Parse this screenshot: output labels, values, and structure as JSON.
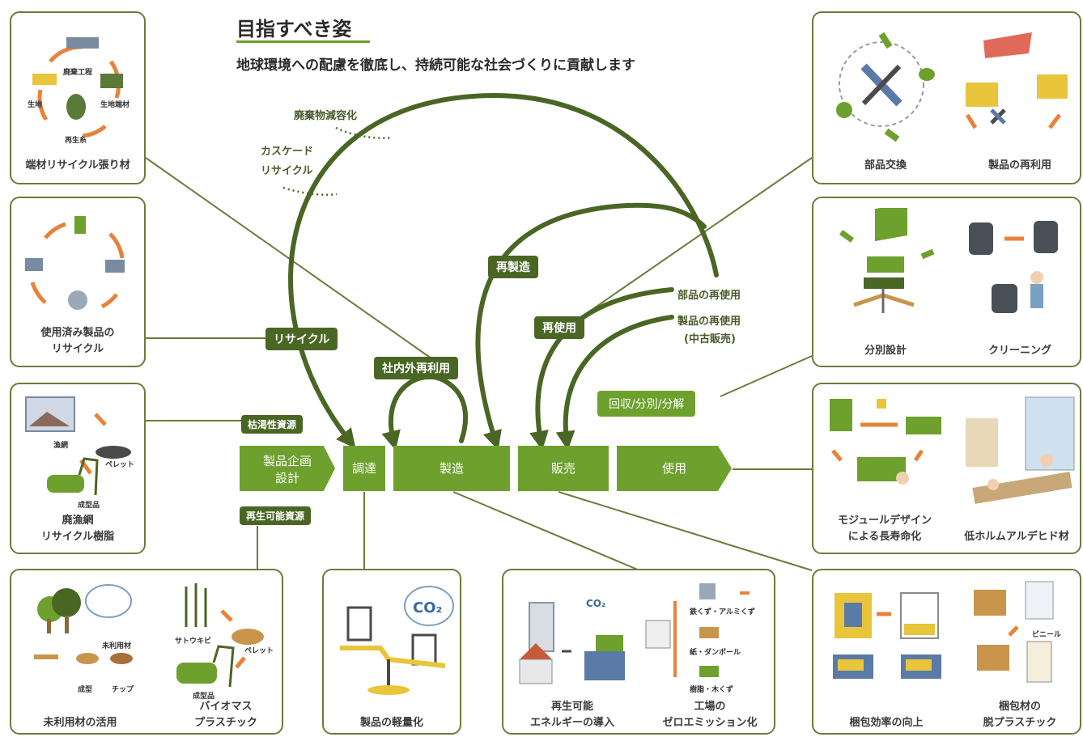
{
  "header": {
    "title": "目指すべき姿",
    "subtitle": "地球環境への配慮を徹底し、持続可能な社会づくりに貢献します"
  },
  "annotations": {
    "waste": "廃棄物減容化",
    "cascade_1": "カスケード",
    "cascade_2": "リサイクル",
    "parts_reuse": "部品の再使用",
    "product_reuse_1": "製品の再使用",
    "product_reuse_2": "(中古販売)"
  },
  "loop_labels": {
    "recycle": "リサイクル",
    "internal_reuse": "社内外再利用",
    "remanufacture": "再製造",
    "reuse": "再使用",
    "collect": "回収/分別/分解",
    "exhaustible": "枯渇性資源",
    "renewable": "再生可能資源"
  },
  "flow": {
    "plan_1": "製品企画",
    "plan_2": "設計",
    "procure": "調達",
    "manufacture": "製造",
    "sales": "販売",
    "use": "使用"
  },
  "cards": {
    "left1": {
      "caption": "端材リサイクル張り材",
      "tags": [
        "廃棄工程",
        "生地",
        "生地端材",
        "再生糸"
      ]
    },
    "left2": {
      "caption_1": "使用済み製品の",
      "caption_2": "リサイクル"
    },
    "left3": {
      "caption_1": "廃漁網",
      "caption_2": "リサイクル樹脂",
      "tags": [
        "漁網",
        "ペレット",
        "成型品"
      ]
    },
    "bottom1": {
      "caption_a": "未利用材の活用",
      "caption_b_1": "バイオマス",
      "caption_b_2": "プラスチック",
      "tags": [
        "未利用材",
        "成型",
        "チップ",
        "サトウキビ",
        "ペレット",
        "成型品"
      ]
    },
    "bottom2": {
      "caption": "製品の軽量化",
      "co2": "CO₂"
    },
    "bottom3": {
      "caption_a_1": "再生可能",
      "caption_a_2": "エネルギーの導入",
      "caption_b_1": "工場の",
      "caption_b_2": "ゼロエミッション化",
      "co2": "CO₂",
      "tags": [
        "鉄くず・アルミくず",
        "紙・ダンボール",
        "樹脂・木くず"
      ]
    },
    "right1": {
      "caption_a": "部品交換",
      "caption_b": "製品の再利用"
    },
    "right2": {
      "caption_a": "分別設計",
      "caption_b": "クリーニング"
    },
    "right3": {
      "caption_a_1": "モジュールデザイン",
      "caption_a_2": "による長寿命化",
      "caption_b": "低ホルムアルデヒド材"
    },
    "right4": {
      "caption_a": "梱包効率の向上",
      "caption_b_1": "梱包材の",
      "caption_b_2": "脱プラスチック",
      "tags": [
        "ビニール"
      ]
    }
  },
  "colors": {
    "dark_green": "#4a6624",
    "flow_green": "#6ea02d",
    "line_green": "#6a7c3c",
    "orange": "#e8823a",
    "yellow": "#e8c53a"
  }
}
